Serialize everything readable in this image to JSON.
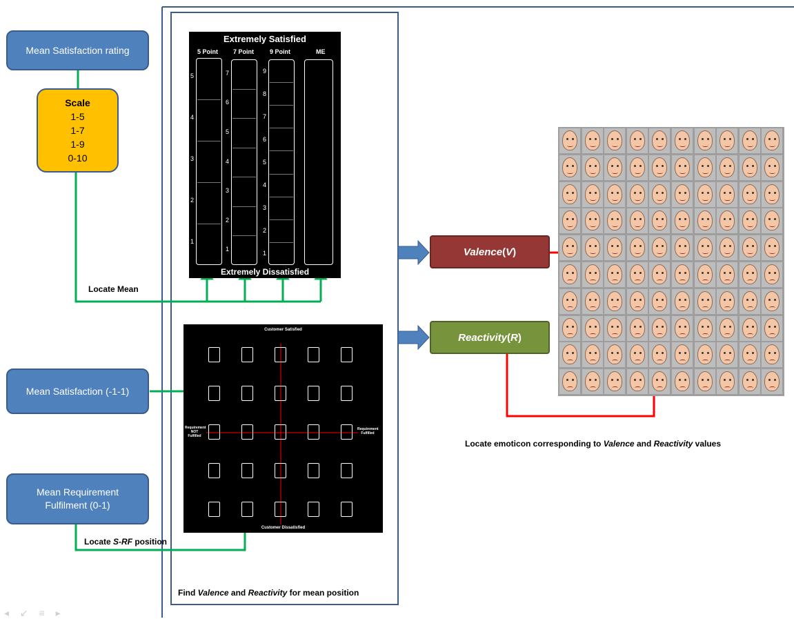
{
  "boxes": {
    "mean_rating": "Mean Satisfaction rating",
    "scale": {
      "title": "Scale",
      "items": [
        "1-5",
        "1-7",
        "1-9",
        "0-10"
      ]
    },
    "mean_satisfaction": "Mean  Satisfaction (-1-1)",
    "mean_requirement": "Mean Requirement Fulfilment (0-1)",
    "valence": {
      "word": "Valence",
      "open": " (",
      "sym": "V",
      "close": ")"
    },
    "reactivity": {
      "word": "Reactivity",
      "open": " (",
      "sym": "R",
      "close": ")"
    }
  },
  "labels": {
    "locate_mean": "Locate Mean",
    "locate_srf_pre": "Locate ",
    "locate_srf_italic": "S-RF",
    "locate_srf_post": " position",
    "find_pre": "Find ",
    "find_valence": "Valence",
    "find_and": " and ",
    "find_reactivity": "Reactivity",
    "find_post": " for mean position",
    "emoticon_pre": "Locate emoticon corresponding to ",
    "emoticon_valence": "Valence",
    "emoticon_and": " and ",
    "emoticon_reactivity": "Reactivity",
    "emoticon_post": " values"
  },
  "scale_panel": {
    "top": "Extremely Satisfied",
    "bottom": "Extremely Dissatisfied",
    "columns": [
      "5 Point",
      "7 Point",
      "9 Point",
      "ME"
    ],
    "ticks_5": [
      "5",
      "4",
      "3",
      "2",
      "1"
    ],
    "ticks_7": [
      "7",
      "6",
      "5",
      "4",
      "3",
      "2",
      "1"
    ],
    "ticks_9": [
      "9",
      "8",
      "7",
      "6",
      "5",
      "4",
      "3",
      "2",
      "1"
    ]
  },
  "grid_panel": {
    "top": "Customer Satisfied",
    "bottom": "Customer Dissatisfied",
    "left": "Requirement NOT Fulfilled",
    "right": "Requirement Fulfilled"
  },
  "colors": {
    "box_blue": "#4f81bd",
    "scale_orange": "#ffc000",
    "valence_red": "#953735",
    "reactivity_green": "#77933c",
    "arrow_green": "#00b050",
    "arrow_red": "#ff0000"
  }
}
